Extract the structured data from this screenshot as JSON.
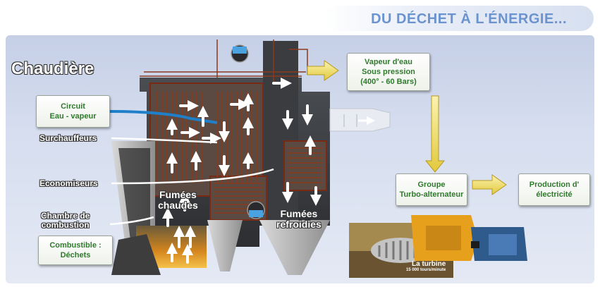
{
  "header": {
    "title": "DU DÉCHET À L'ÉNERGIE..."
  },
  "diagram": {
    "title": "Chaudière",
    "boxes": {
      "circuit": {
        "line1": "Circuit",
        "line2": "Eau - vapeur"
      },
      "vapeur": {
        "line1": "Vapeur d'eau",
        "line2": "Sous pression",
        "line3": "(400° - 60 Bars)"
      },
      "groupe": {
        "line1": "Groupe",
        "line2": "Turbo-alternateur"
      },
      "production": {
        "line1": "Production d'",
        "line2": "électricité"
      },
      "combustible": {
        "line1": "Combustible :",
        "line2": "Déchets"
      }
    },
    "labels": {
      "surchauffeurs": "Surchauffeurs",
      "economiseurs": "Economiseurs",
      "chambre_line1": "Chambre de",
      "chambre_line2": "combustion",
      "fumees_chaudes_line1": "Fumées",
      "fumees_chaudes_line2": "chaudes",
      "fumees_refroidies_line1": "Fumées",
      "fumees_refroidies_line2": "refroidies"
    },
    "turbine": {
      "title": "La turbine",
      "speed": "15 000 tours/minute"
    }
  },
  "colors": {
    "box_text": "#2f7a2c",
    "header_text": "#6b93cf",
    "pipe": "#8a3a1c",
    "water_circuit": "#1f7fc9",
    "arrow_yellow": "#f2e06b"
  }
}
